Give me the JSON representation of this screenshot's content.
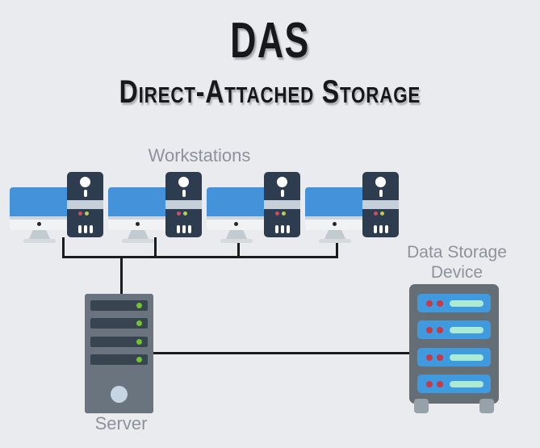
{
  "title": {
    "main": "DAS",
    "subtitle": "Direct-Attached Storage"
  },
  "workstations": {
    "label": "Workstations",
    "count": 4
  },
  "server": {
    "label": "Server",
    "slot_count": 4,
    "led_color": "#6fc52a"
  },
  "storage": {
    "label_line1": "Data Storage",
    "label_line2": "Device",
    "bay_count": 4
  },
  "connections": {
    "workstations_to_bus": "each workstation drops to a shared horizontal bus",
    "bus_to_server": "bus feeds down into the server",
    "server_to_storage": "server connects directly to the data storage device"
  },
  "colors": {
    "background": "#e9ebee",
    "title_text": "#17181a",
    "label_text": "#8d929b",
    "connector_line": "#1b1b1b",
    "monitor_screen_blue": "#4493da",
    "monitor_body": "#f0f2f4",
    "tower_navy": "#2d3c4f",
    "tower_band": "#c6d0da",
    "tower_led_red": "#d04b60",
    "tower_led_green": "#bccd4d",
    "server_body": "#6a747e",
    "server_slot": "#38444f",
    "server_led_green": "#6fc52a",
    "server_circle": "#c7d5e2",
    "storage_body": "#656e74",
    "storage_bay_blue": "#3f9ae0",
    "storage_dot_red": "#c63a48",
    "storage_pill_mint": "#abebd3"
  }
}
